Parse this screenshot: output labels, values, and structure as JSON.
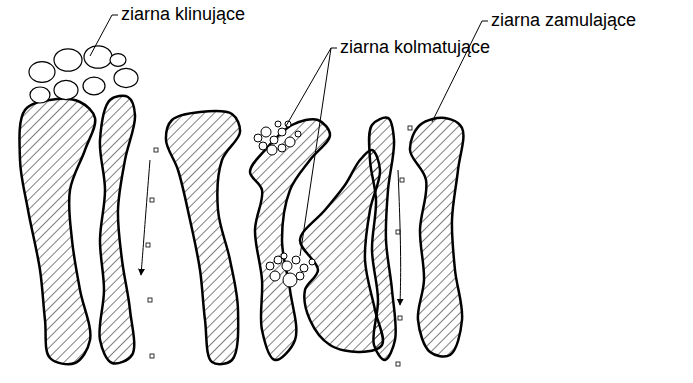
{
  "diagram": {
    "labels": [
      "ziarna klinujące",
      "ziarna kolmatujące",
      "ziarna zamulające"
    ]
  }
}
